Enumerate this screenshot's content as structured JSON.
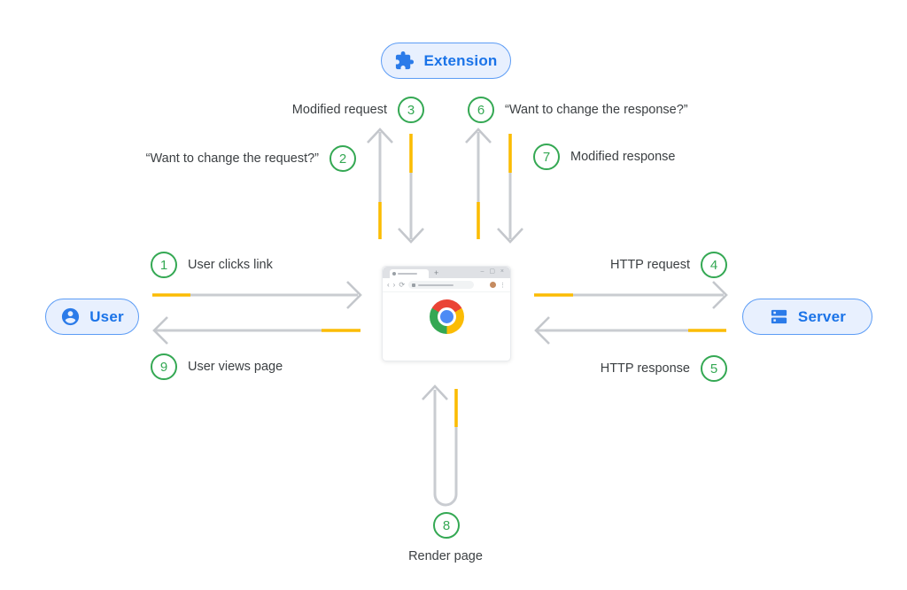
{
  "entities": {
    "extension": {
      "label": "Extension",
      "icon": "puzzle-icon"
    },
    "user": {
      "label": "User",
      "icon": "person-circle-icon"
    },
    "server": {
      "label": "Server",
      "icon": "server-icon"
    }
  },
  "steps": [
    {
      "num": "1",
      "label": "User clicks link"
    },
    {
      "num": "2",
      "label": "“Want to change the request?”"
    },
    {
      "num": "3",
      "label": "Modified request"
    },
    {
      "num": "4",
      "label": "HTTP request"
    },
    {
      "num": "5",
      "label": "HTTP response"
    },
    {
      "num": "6",
      "label": "“Want to change the response?”"
    },
    {
      "num": "7",
      "label": "Modified response"
    },
    {
      "num": "8",
      "label": "Render page"
    },
    {
      "num": "9",
      "label": "User views page"
    }
  ],
  "colors": {
    "accent_blue": "#1A73E8",
    "pill_background": "#E8F0FE",
    "pill_border": "#5C9CF5",
    "step_green": "#34A853",
    "arrow_gray": "#C9CCD1",
    "arrow_orange": "#FBBC04",
    "label_text": "#3C4043",
    "chrome_red": "#EA4335",
    "chrome_yellow": "#FBBC05",
    "chrome_green": "#34A853",
    "chrome_blue": "#4C8BF5"
  }
}
